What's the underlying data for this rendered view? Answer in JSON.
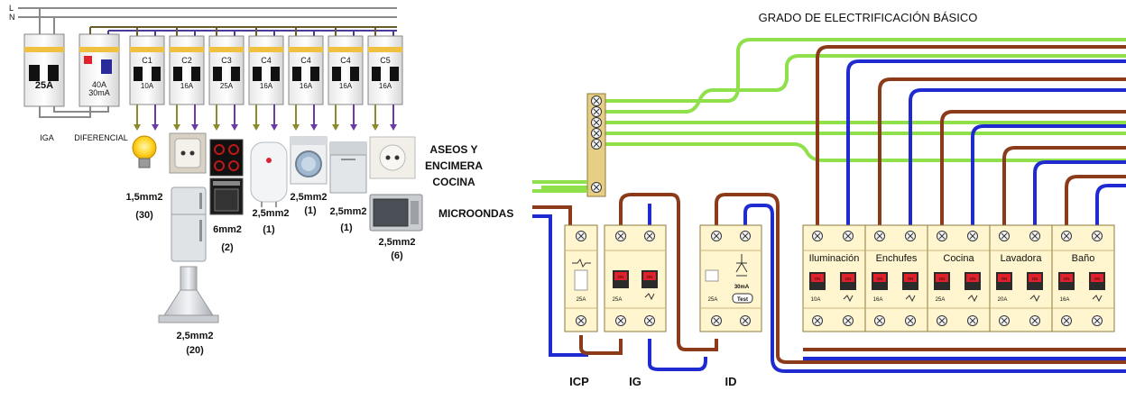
{
  "left_panel": {
    "line_labels": [
      "L",
      "N"
    ],
    "main_breaker": {
      "rating": "25A",
      "label": "IGA"
    },
    "differential": {
      "rating": "40A",
      "sensitivity": "30mA",
      "label": "DIFERENCIAL"
    },
    "circuit_breakers": [
      {
        "circuit": "C1",
        "rating": "10A"
      },
      {
        "circuit": "C2",
        "rating": "16A"
      },
      {
        "circuit": "C3",
        "rating": "25A"
      },
      {
        "circuit": "C4",
        "rating": "16A"
      },
      {
        "circuit": "C4",
        "rating": "16A"
      },
      {
        "circuit": "C4",
        "rating": "16A"
      },
      {
        "circuit": "C5",
        "rating": "16A"
      }
    ],
    "annotations": [
      {
        "section": "1,5mm2",
        "count": "(30)"
      },
      {
        "section": "6mm2",
        "count": "(2)"
      },
      {
        "section": "2,5mm2",
        "count": "(20)"
      },
      {
        "section": "2,5mm2",
        "count": "(1)"
      },
      {
        "section": "2,5mm2",
        "count": "(1)"
      },
      {
        "section": "2,5mm2",
        "count": "(1)"
      },
      {
        "section": "2,5mm2",
        "count": "(6)"
      }
    ],
    "room_label": [
      "ASEOS Y",
      "ENCIMERA",
      "COCINA"
    ],
    "microwave_label": "MICROONDAS"
  },
  "right_panel": {
    "title": "GRADO DE ELECTRIFICACIÓN BÁSICO",
    "devices": [
      {
        "label": "ICP",
        "rating": "25A"
      },
      {
        "label": "IG",
        "rating": "25A"
      },
      {
        "label": "ID",
        "rating": "25A",
        "sensitivity": "30mA",
        "test": "Test"
      }
    ],
    "circuits": [
      {
        "name": "Iluminación",
        "rating": "10A"
      },
      {
        "name": "Enchufes",
        "rating": "16A"
      },
      {
        "name": "Cocina",
        "rating": "25A"
      },
      {
        "name": "Lavadora",
        "rating": "20A"
      },
      {
        "name": "Baño",
        "rating": "16A"
      }
    ],
    "breaker_tag": "ON"
  },
  "colors": {
    "phase": "#8b3a1a",
    "neutral": "#1f2bd0",
    "earth": "#8fe04a",
    "panel": "#fff6cf",
    "lever": "#e0202a"
  }
}
